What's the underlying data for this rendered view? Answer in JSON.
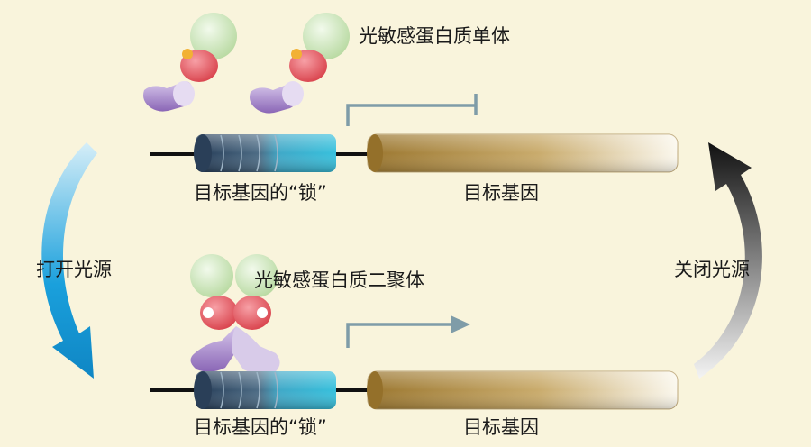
{
  "labels": {
    "monomer": "光敏感蛋白质单体",
    "dimer": "光敏感蛋白质二聚体",
    "lock_top": "目标基因的“锁”",
    "gene_top": "目标基因",
    "lock_bottom": "目标基因的“锁”",
    "gene_bottom": "目标基因",
    "light_on": "打开光源",
    "light_off": "关闭光源"
  },
  "colors": {
    "background": "#f9f4dc",
    "green_domain": "#c9e4b6",
    "red_domain": "#e0484f",
    "purple_domain": "#9a7bc0",
    "lock_dark": "#2e4560",
    "lock_cyan": "#2fb3cf",
    "gene_gold": "#a8823a",
    "promoter_arrow": "#7f9ca8",
    "arrow_light_on": "#1aa0dc",
    "arrow_light_off": "#1a1a1a"
  }
}
